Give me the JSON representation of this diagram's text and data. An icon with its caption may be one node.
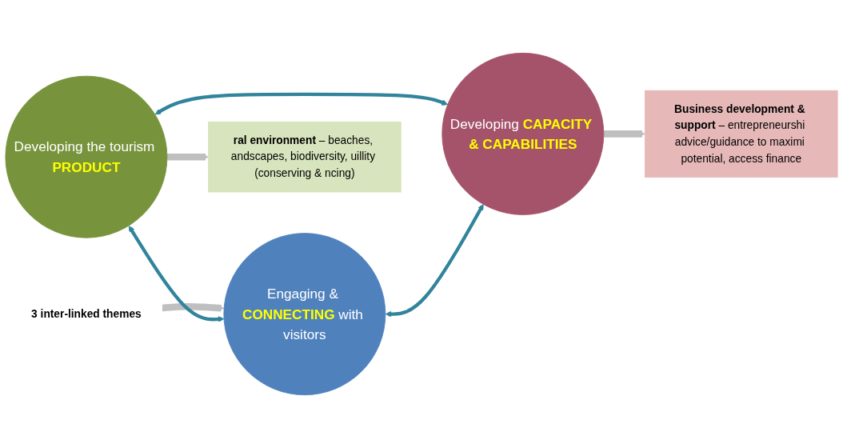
{
  "diagram": {
    "nodes": [
      {
        "text": [
          "3 inter-linked themes"
        ]
      },
      {
        "text": [
          "Developing the tourism **PRODUCT**"
        ]
      },
      {
        "text": [
          "Developing **CAPACITY & CAPABILITIES**"
        ]
      },
      {
        "text": [
          "Engaging & **CONNECTING** with visitors"
        ]
      },
      {
        "text": [
          "**ral environment** – beaches, andscapes, biodiversity, uillity (conserving & ncing)"
        ]
      },
      {
        "text": [
          "**Business development & support** – entrepreneurshi advice/guidance to maximi potential, access finance"
        ]
      }
    ],
    "edges": [
      {
        "from": 0,
        "to": 3,
        "arrow": "to",
        "style": "thick",
        "color": "#bfbfbf"
      },
      {
        "from": 1,
        "to": 2,
        "arrow": "both",
        "color": "#31849b"
      },
      {
        "from": 1,
        "to": 3,
        "arrow": "both",
        "color": "#31849b"
      },
      {
        "from": 3,
        "to": 2,
        "arrow": "both",
        "color": "#31849b"
      },
      {
        "from": 1,
        "to": 4,
        "arrow": "to",
        "style": "thick",
        "color": "#bfbfbf"
      },
      {
        "from": 2,
        "to": 5,
        "arrow": "to",
        "style": "thick",
        "color": "#bfbfbf"
      }
    ]
  }
}
